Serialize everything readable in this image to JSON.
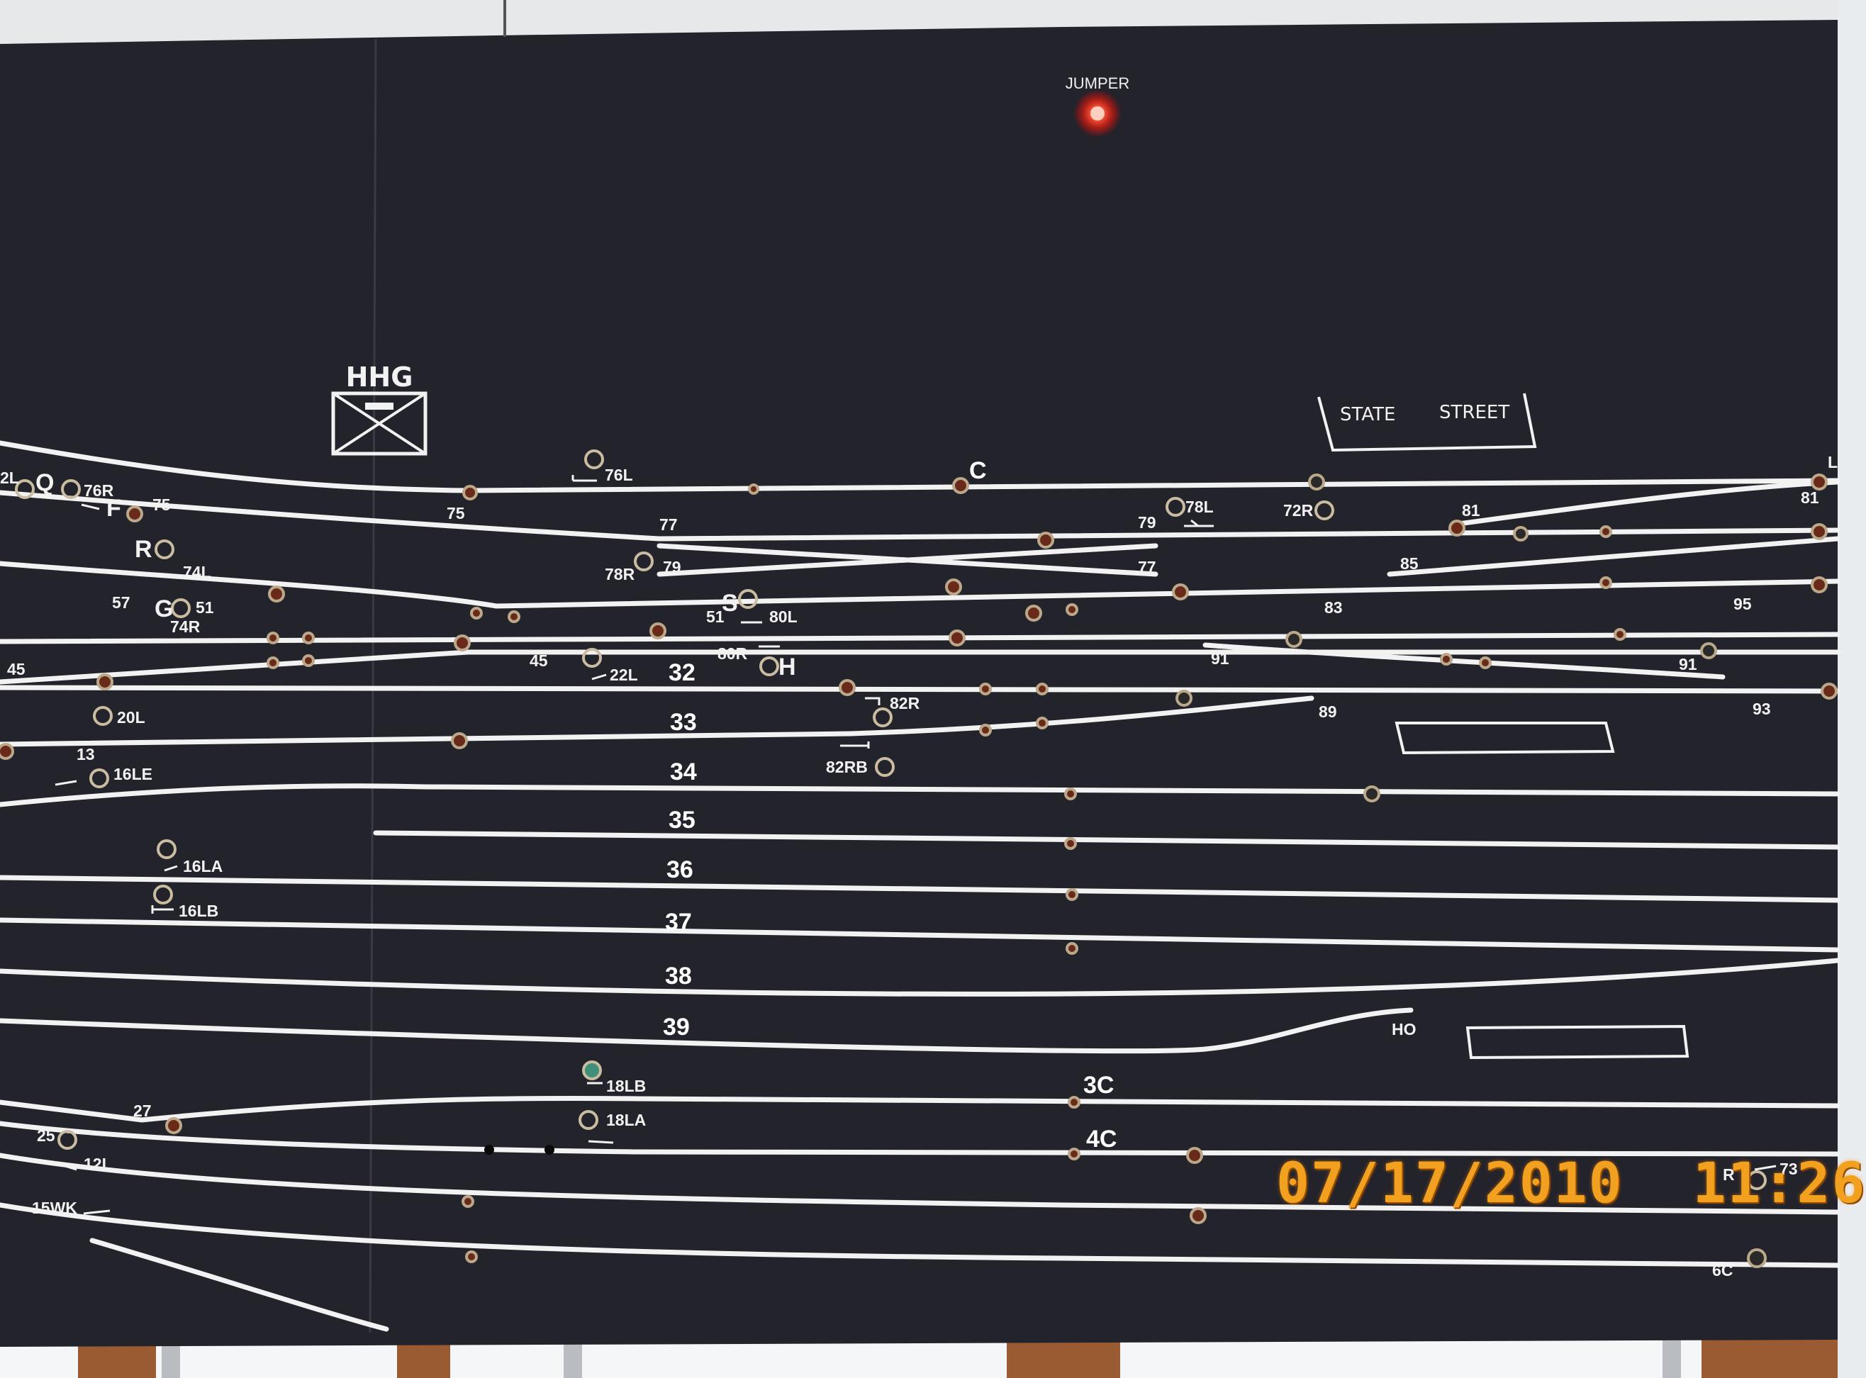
{
  "indicators": {
    "jumper": {
      "label": "JUMPER",
      "color": "#ff2a1a"
    }
  },
  "signs": {
    "hhg": "HHG",
    "state": "STATE",
    "street": "STREET"
  },
  "track_numbers": [
    "32",
    "33",
    "34",
    "35",
    "36",
    "37",
    "38",
    "39",
    "3C",
    "4C",
    "C"
  ],
  "switch_labels": [
    "76L",
    "76R",
    "75",
    "75",
    "77",
    "77",
    "79",
    "79",
    "78L",
    "72R",
    "81",
    "81",
    "85",
    "83",
    "95",
    "91",
    "91",
    "93",
    "89",
    "78R",
    "74L",
    "74R",
    "57",
    "51",
    "51",
    "80L",
    "80R",
    "45",
    "45",
    "22L",
    "82R",
    "82RB",
    "20L",
    "13",
    "16LE",
    "16LA",
    "16LB",
    "18LB",
    "18LA",
    "27",
    "25",
    "12L",
    "15WK",
    "HO",
    "73",
    "6C",
    "R"
  ],
  "signal_letters": [
    "Q",
    "F",
    "R",
    "G",
    "S",
    "H"
  ],
  "partial_labels": [
    "2L",
    "L"
  ],
  "camera": {
    "timestamp": "07/17/2010  11:26",
    "timestamp_color": "#f2a020"
  },
  "colors": {
    "panel": "#23232b",
    "track": "#f2f2f2",
    "wall": "#e9ecef",
    "frame": "#9a5a32",
    "jumper_led": "#ff2a1a",
    "green_lamp": "#3f8f7a"
  }
}
